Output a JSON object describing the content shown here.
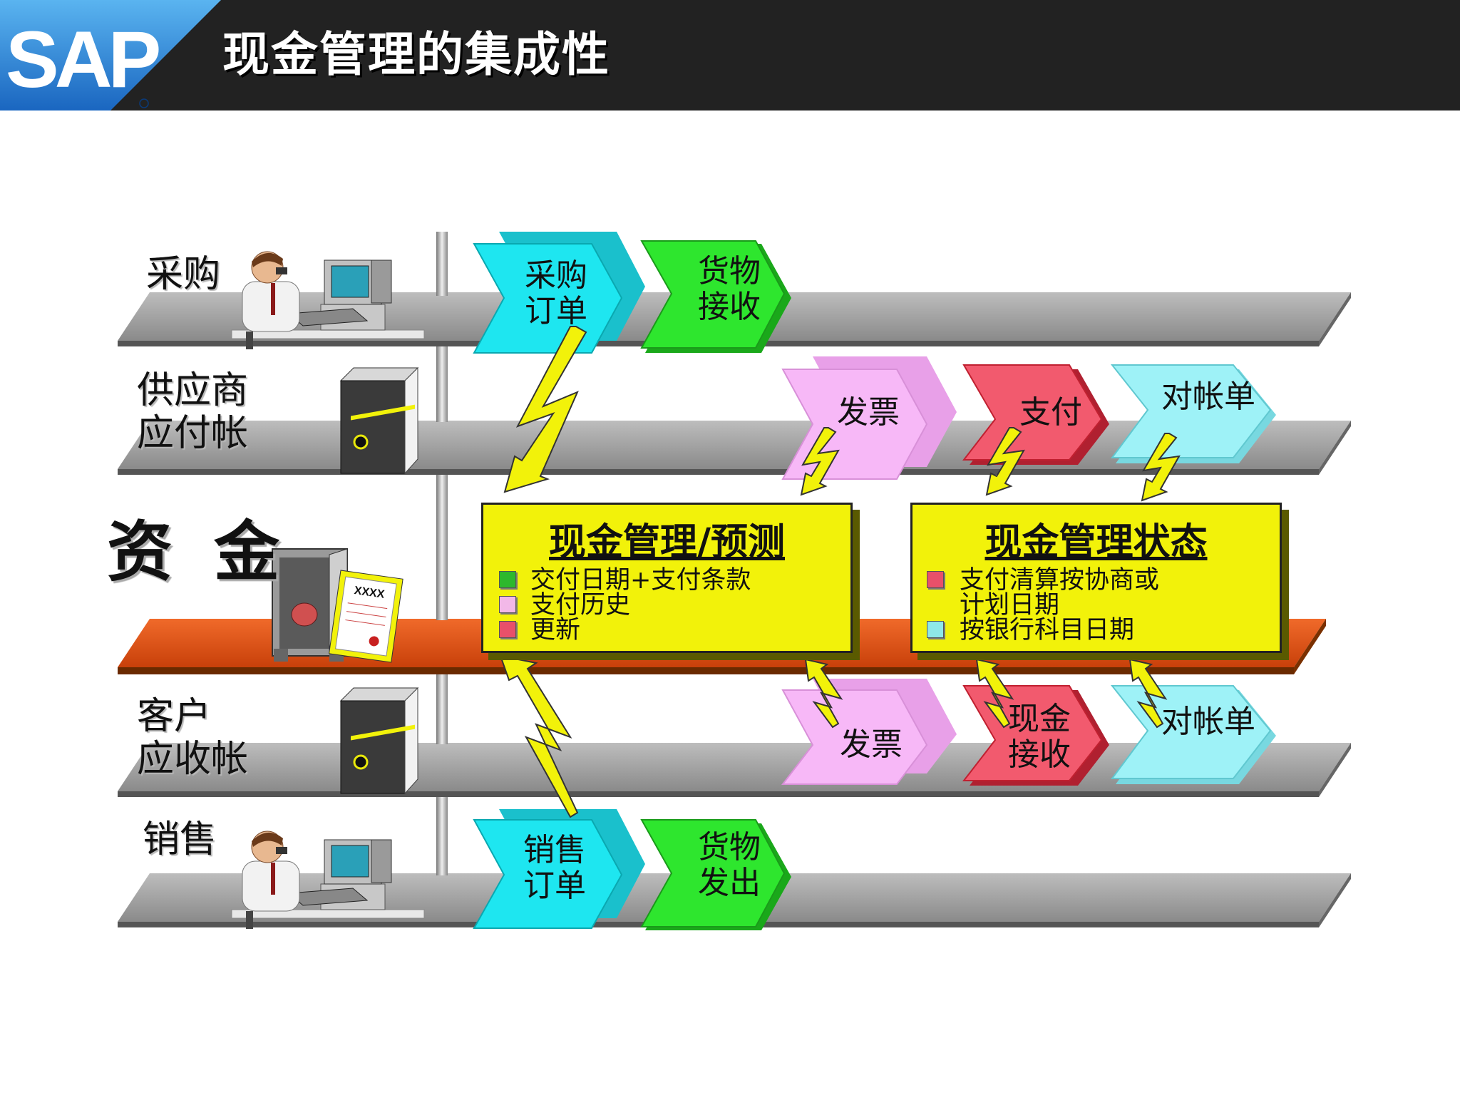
{
  "header": {
    "title": "现金管理的集成性",
    "logo_text": "SAP"
  },
  "rows": {
    "purchasing": "采购",
    "payables": [
      "供应商",
      "应付帐"
    ],
    "capital": "资金",
    "receivables": [
      "客户",
      "应收帐"
    ],
    "sales": "销售"
  },
  "chevrons": {
    "po": [
      "采购",
      "订单"
    ],
    "gr": [
      "货物",
      "接收"
    ],
    "ap_invoice": "发票",
    "ap_payment": "支付",
    "ap_statement": "对帐单",
    "ar_invoice": "发票",
    "ar_cash": [
      "现金",
      "接收"
    ],
    "ar_statement": "对帐单",
    "so": [
      "销售",
      "订单"
    ],
    "gi": [
      "货物",
      "发出"
    ]
  },
  "forecast_box": {
    "title": "现金管理/预测",
    "items": [
      "交付日期+支付条款",
      "支付历史",
      "更新"
    ],
    "colors": [
      "#2db82d",
      "#f2b8e8",
      "#e8506a"
    ]
  },
  "position_box": {
    "title": "现金管理状态",
    "items": [
      "支付清算按协商或",
      "计划日期",
      "按银行科目日期"
    ],
    "colors": [
      "#e8506a",
      "#8ee8e8"
    ]
  },
  "document_label": "XXXX",
  "colors": {
    "cyan": "#1ee6f0",
    "green": "#2ee62e",
    "pink": "#f7b8f7",
    "red": "#f25a6e",
    "light_cyan": "#9ef2f7",
    "yellow": "#f2f20a",
    "finance_band": "#e8501a",
    "band": "#a8a8a8"
  }
}
